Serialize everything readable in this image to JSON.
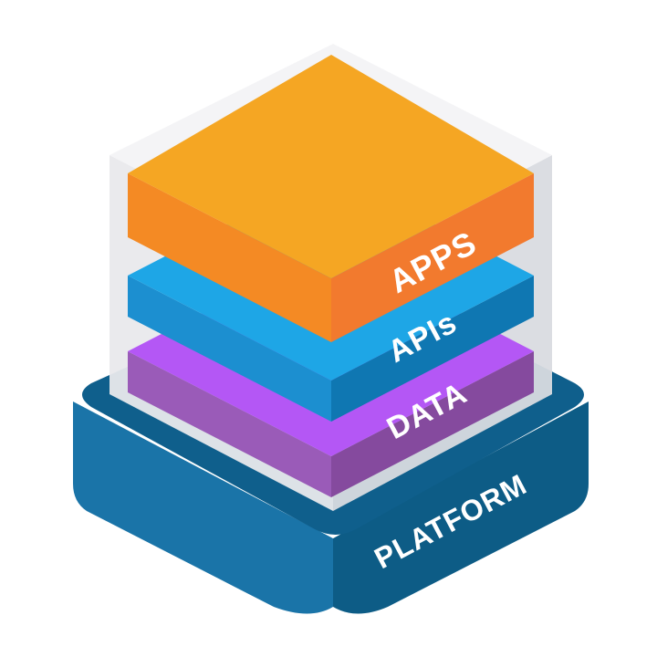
{
  "diagram": {
    "layers": [
      {
        "id": "platform",
        "label": "PLATFORM",
        "colors": {
          "top": "#0f5f8c",
          "left": "#1a74a8",
          "right": "#0d5c86"
        }
      },
      {
        "id": "data",
        "label": "DATA",
        "colors": {
          "top": "#b457f5",
          "left": "#9a5bb8",
          "right": "#854a9e"
        }
      },
      {
        "id": "apis",
        "label": "APIs",
        "colors": {
          "top": "#1ea6e6",
          "left": "#1c8fd0",
          "right": "#0f77b2"
        }
      },
      {
        "id": "apps",
        "label": "APPS",
        "colors": {
          "top": "#f5a623",
          "left": "#f48a24",
          "right": "#f27a2e"
        }
      }
    ],
    "glass": {
      "top": "#f4f4f6",
      "left": "#e9e9ec",
      "right": "#d9dbe0"
    }
  }
}
